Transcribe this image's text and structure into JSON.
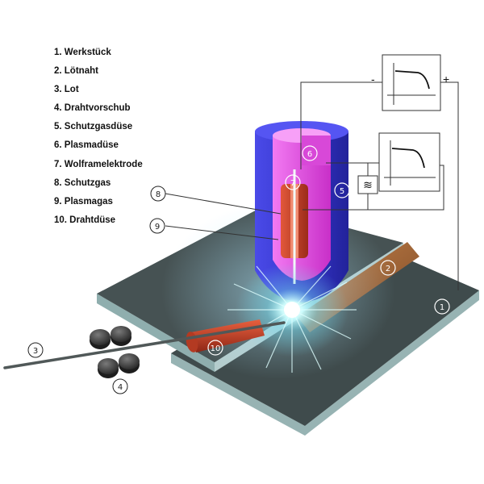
{
  "legend": [
    "1. Werkstück",
    "2. Lötnaht",
    "3. Lot",
    "4. Drahtvorschub",
    "5. Schutzgasdüse",
    "6. Plasmadüse",
    "7. Wolframelektrode",
    "8. Schutzgas",
    "9. Plasmagas",
    "10. Drahtdüse"
  ],
  "callouts": {
    "c1": "1",
    "c2": "2",
    "c3": "3",
    "c4": "4",
    "c5": "5",
    "c6": "6",
    "c7": "7",
    "c8": "8",
    "c9": "9",
    "c10": "10"
  },
  "power_supply": {
    "minus": "-",
    "plus": "+"
  },
  "resistor_symbol": "≋",
  "colors": {
    "plate_top": "#3f4b4c",
    "plate_edge": "#8faeae",
    "outer_nozzle": "#3a3ad0",
    "plasma_nozzle": "#e040e0",
    "copper": "#c0402a",
    "seam": "#a8683a",
    "arc_glow": "#cfffff",
    "wire": "#555555"
  }
}
